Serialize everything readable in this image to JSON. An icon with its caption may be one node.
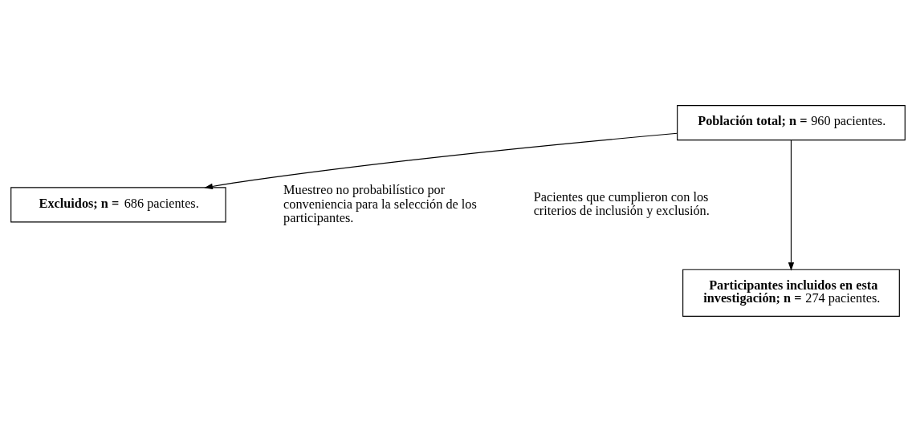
{
  "diagram": {
    "nodes": [
      {
        "text": [
          "**Población total; n =** 960 pacientes."
        ]
      },
      {
        "text": [
          "**Excluidos; n =** 686 pacientes."
        ]
      },
      {
        "text": [
          "**Participantes incluidos en esta investigación; n =** 274 pacientes."
        ]
      }
    ],
    "edges": [
      {
        "from": 0,
        "to": 1,
        "arrow": "to"
      },
      {
        "from": 0,
        "to": 2,
        "arrow": "to"
      }
    ],
    "labels": [
      "Muestreo no probabilístico por conveniencia para la selección de los participantes.",
      "Pacientes que cumplieron con los criterios de inclusión y exclusión."
    ]
  }
}
